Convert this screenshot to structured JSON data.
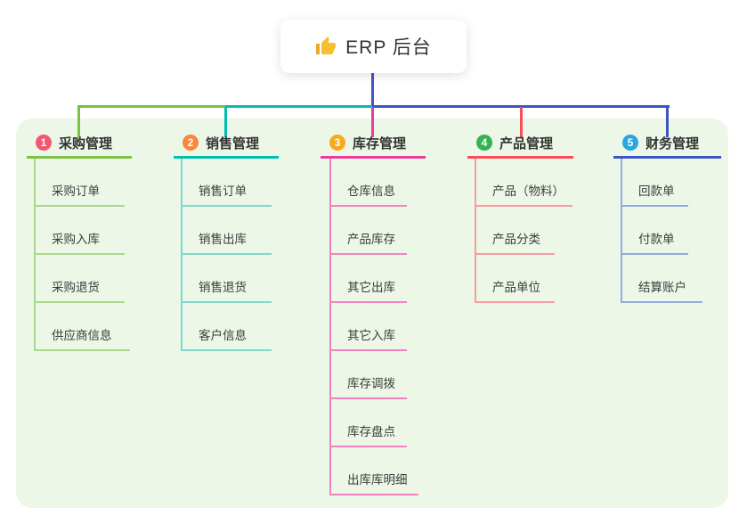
{
  "root": {
    "title": "ERP 后台",
    "icon": "thumbs-up",
    "icon_color": "#f6bf2e"
  },
  "colors": {
    "panel_background": "#edf7e7",
    "root_connector": "#4456c7",
    "text": "#333333"
  },
  "branches": [
    {
      "num": "1",
      "label": "采购管理",
      "badge_color": "#f25870",
      "line_color": "#7cc142",
      "child_line_color": "#abd78a",
      "children": [
        "采购订单",
        "采购入库",
        "采购退货",
        "供应商信息"
      ]
    },
    {
      "num": "2",
      "label": "销售管理",
      "badge_color": "#f9883a",
      "line_color": "#00bfb0",
      "child_line_color": "#7ed8cd",
      "children": [
        "销售订单",
        "销售出库",
        "销售退货",
        "客户信息"
      ]
    },
    {
      "num": "3",
      "label": "库存管理",
      "badge_color": "#f6ab1f",
      "line_color": "#e93d9c",
      "child_line_color": "#f183c1",
      "children": [
        "仓库信息",
        "产品库存",
        "其它出库",
        "其它入库",
        "库存调拨",
        "库存盘点",
        "出库库明细"
      ]
    },
    {
      "num": "4",
      "label": "产品管理",
      "badge_color": "#35b354",
      "line_color": "#fb4d57",
      "child_line_color": "#fb9ba1",
      "children": [
        "产品（物料）",
        "产品分类",
        "产品单位"
      ]
    },
    {
      "num": "5",
      "label": "财务管理",
      "badge_color": "#2aa7dc",
      "line_color": "#3d56c6",
      "child_line_color": "#93a9e1",
      "children": [
        "回款单",
        "付款单",
        "结算账户"
      ]
    }
  ]
}
